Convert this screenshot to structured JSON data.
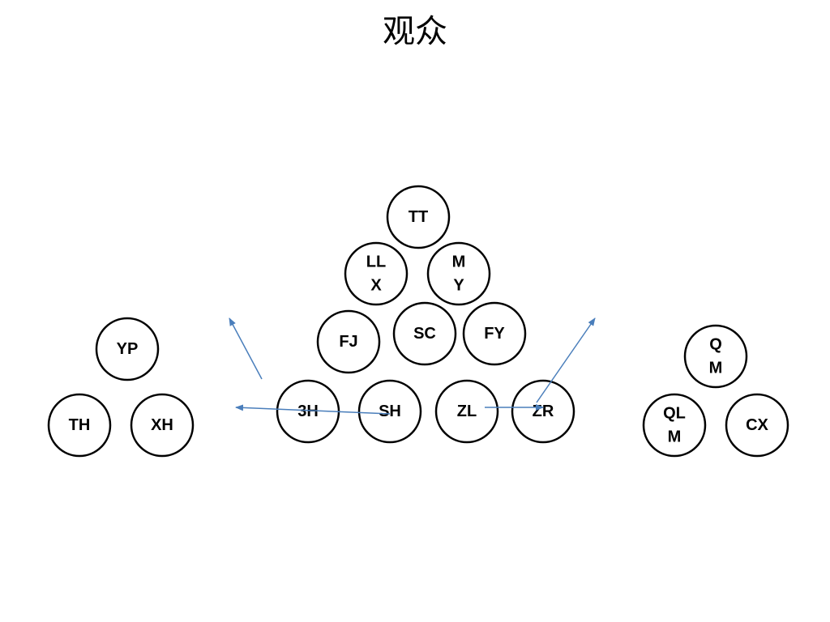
{
  "title": "观众",
  "colors": {
    "stroke": "#000000",
    "arrow": "#4a7ebb"
  },
  "nodes": {
    "tt": [
      "TT"
    ],
    "llx": [
      "LL",
      "X"
    ],
    "my": [
      "M",
      "Y"
    ],
    "fj": [
      "FJ"
    ],
    "sc": [
      "SC"
    ],
    "fy": [
      "FY"
    ],
    "h3": [
      "3H"
    ],
    "sh": [
      "SH"
    ],
    "zl": [
      "ZL"
    ],
    "zr": [
      "ZR"
    ],
    "yp": [
      "YP"
    ],
    "th": [
      "TH"
    ],
    "xh": [
      "XH"
    ],
    "qm": [
      "Q",
      "M"
    ],
    "qlm": [
      "QL",
      "M"
    ],
    "cx": [
      "CX"
    ]
  }
}
